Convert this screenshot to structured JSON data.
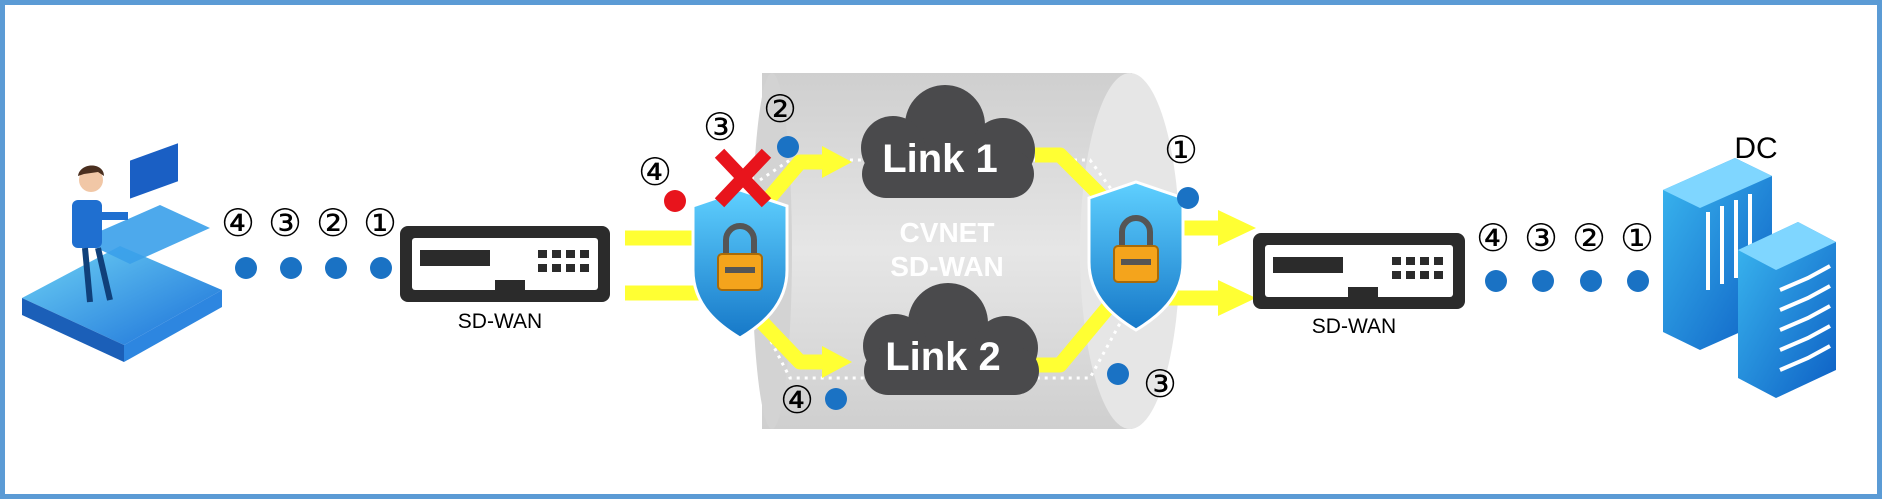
{
  "colors": {
    "frame": "#5b9bd5",
    "dot_blue": "#1a72c4",
    "dot_red": "#e8141c",
    "arrow_yellow": "#ffff33",
    "cloud": "#4a4a4c",
    "tunnel": "#dcdcdc",
    "shield": "#29a9e1",
    "lock_body": "#f4a41c",
    "x_mark": "#e8141c"
  },
  "left_device": {
    "label": "SD-WAN",
    "icon": "sd-wan-appliance-icon"
  },
  "right_device": {
    "label": "SD-WAN",
    "icon": "sd-wan-appliance-icon"
  },
  "datacenter": {
    "label": "DC",
    "icon": "server-rack-icon"
  },
  "user": {
    "icon": "user-at-desk-icon"
  },
  "cloud_link1": {
    "label": "Link 1",
    "icon": "cloud-icon"
  },
  "cloud_link2": {
    "label": "Link 2",
    "icon": "cloud-icon"
  },
  "tunnel": {
    "line1": "CVNET",
    "line2": "SD-WAN"
  },
  "left_packets": [
    "④",
    "③",
    "②",
    "①"
  ],
  "right_packets": [
    "④",
    "③",
    "②",
    "①"
  ],
  "link1_marks": {
    "drop": "④",
    "lost": "③",
    "sent": "②",
    "arrived": "①"
  },
  "link2_marks": {
    "sent": "④",
    "arrived": "③"
  },
  "icons": {
    "lock": "padlock-shield-icon",
    "failure": "x-mark-icon"
  }
}
